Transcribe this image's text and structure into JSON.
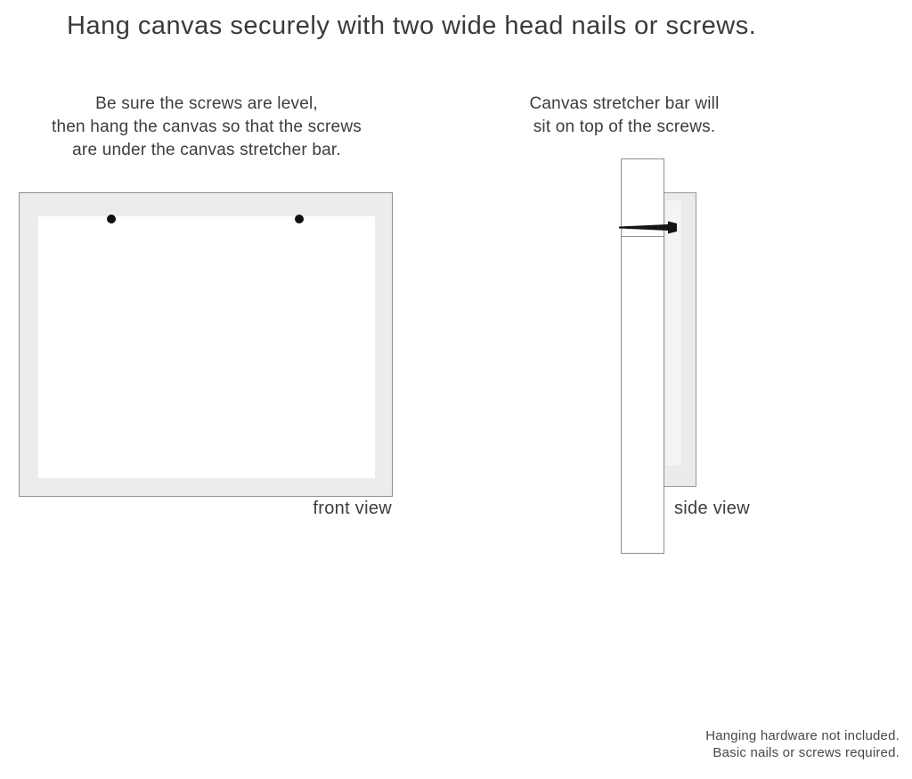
{
  "title": "Hang canvas securely with two wide head nails or screws.",
  "instructions": {
    "front": [
      "Be sure the screws are level,",
      "then hang the canvas so that the screws",
      "are under the canvas stretcher bar."
    ],
    "side": [
      "Canvas stretcher bar will",
      "sit on top of the screws."
    ]
  },
  "front_view": {
    "label": "front view"
  },
  "side_view": {
    "label": "side view"
  },
  "footer": [
    "Hanging hardware not included.",
    "Basic nails or screws required."
  ],
  "colors": {
    "background": "#ffffff",
    "text": "#3d3d3d",
    "frame_fill": "#ececeb",
    "border": "#8e8e8e",
    "nail": "#151515"
  }
}
